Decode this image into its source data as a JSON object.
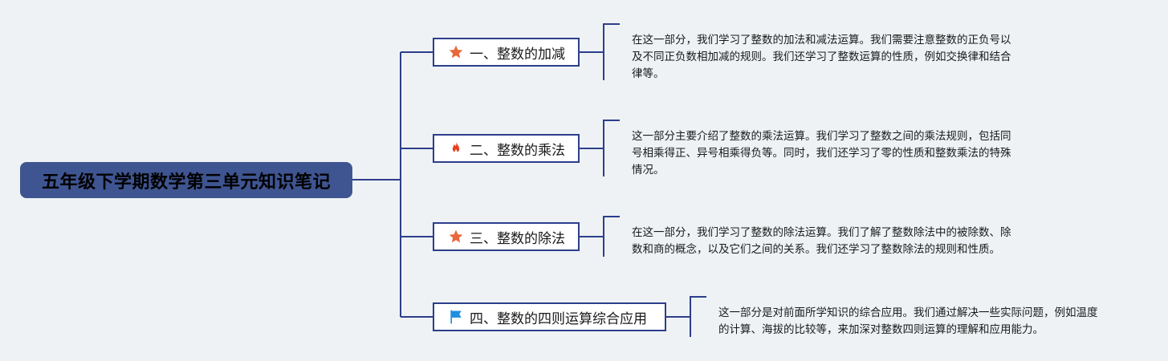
{
  "root": {
    "title": "五年级下学期数学第三单元知识笔记"
  },
  "branches": [
    {
      "icon": "star-icon",
      "label": "一、整数的加减",
      "note": [
        "在这一部分，我们学习了整数的加法和减法运算。我们需要注意整数的正负号以",
        "及不同正负数相加减的规则。我们还学习了整数运算的性质，例如交换律和结合",
        "律等。"
      ]
    },
    {
      "icon": "fire-icon",
      "label": "二、整数的乘法",
      "note": [
        "这一部分主要介绍了整数的乘法运算。我们学习了整数之间的乘法规则，包括同",
        "号相乘得正、异号相乘得负等。同时，我们还学习了零的性质和整数乘法的特殊",
        "情况。"
      ]
    },
    {
      "icon": "star-icon",
      "label": "三、整数的除法",
      "note": [
        "在这一部分，我们学习了整数的除法运算。我们了解了整数除法中的被除数、除",
        "数和商的概念，以及它们之间的关系。我们还学习了整数除法的规则和性质。"
      ]
    },
    {
      "icon": "flag-icon",
      "label": "四、整数的四则运算综合应用",
      "note": [
        "这一部分是对前面所学知识的综合应用。我们通过解决一些实际问题，例如温度",
        "的计算、海拔的比较等，来加深对整数四则运算的理解和应用能力。"
      ]
    }
  ],
  "colors": {
    "line": "#2c3e8c",
    "root_bg": "#3f5591",
    "star": "#e8673b",
    "fire": "#e2401e",
    "flag": "#1e8fe0"
  }
}
